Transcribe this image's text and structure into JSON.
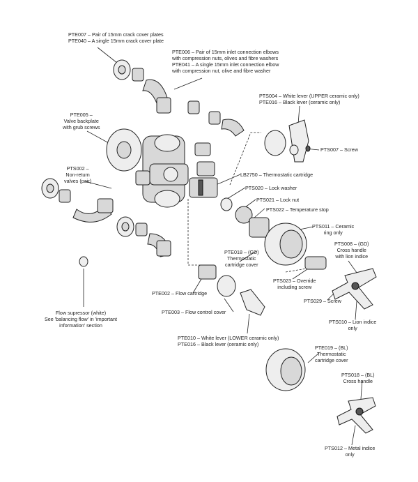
{
  "callouts": {
    "pte007": [
      "PTE007 – Pair of 15mm crack cover plates",
      "PTE040 – A single 15mm crack cover plate"
    ],
    "pte006": [
      "PTE006 – Pair of 15mm inlet connection elbows",
      "with compression nuts, olives and fibre washers",
      "PTE041 – A single 15mm inlet connection elbow",
      "with compression nut, olive and fibre washer"
    ],
    "pts004": [
      "PTS004 – White lever (UPPER ceramic only)",
      "PTE016 – Black lever (ceramic only)"
    ],
    "pte005": [
      "PTE005 –",
      "Valve backplate",
      "with grub screws"
    ],
    "pts007": [
      "PTS007 – Screw"
    ],
    "pts002": [
      "PTS002 –",
      "Non-return",
      "valves (pair)"
    ],
    "lb2750": [
      "LB2750 – Thermostatic cartridge"
    ],
    "pts020": [
      "PTS020 – Lock washer"
    ],
    "pts021": [
      "PTS021 – Lock nut"
    ],
    "pts022": [
      "PTS022 – Temperature stop"
    ],
    "pts011": [
      "PTS011 – Ceramic",
      "ring only"
    ],
    "pte018": [
      "PTE018 – (GD)",
      "Thermostatic",
      "cartridge cover"
    ],
    "pts008": [
      "PTS008 – (GD)",
      "Cross handle",
      "with lion indice"
    ],
    "pts023": [
      "PTS023 – Override",
      "including screw"
    ],
    "pte002": [
      "PTE002 – Flow cartridge"
    ],
    "pts029": [
      "PTS029 – Screw"
    ],
    "pte003": [
      "PTE003 – Flow control cover"
    ],
    "pts010": [
      "PTS010 – Lion indice",
      "only"
    ],
    "flow": [
      "Flow supressor (white)",
      "See 'balancing flow' in 'important",
      "information' section"
    ],
    "pte010": [
      "PTE010 – White lever (LOWER ceramic only)",
      "PTE016 – Black lever (ceramic only)"
    ],
    "pte019": [
      "PTE019 – (BL)",
      "Thermostatic",
      "cartridge cover"
    ],
    "pts018": [
      "PTS018 – (BL)",
      "Cross handle"
    ],
    "pts012": [
      "PTS012 – Metal indice",
      "only"
    ]
  }
}
